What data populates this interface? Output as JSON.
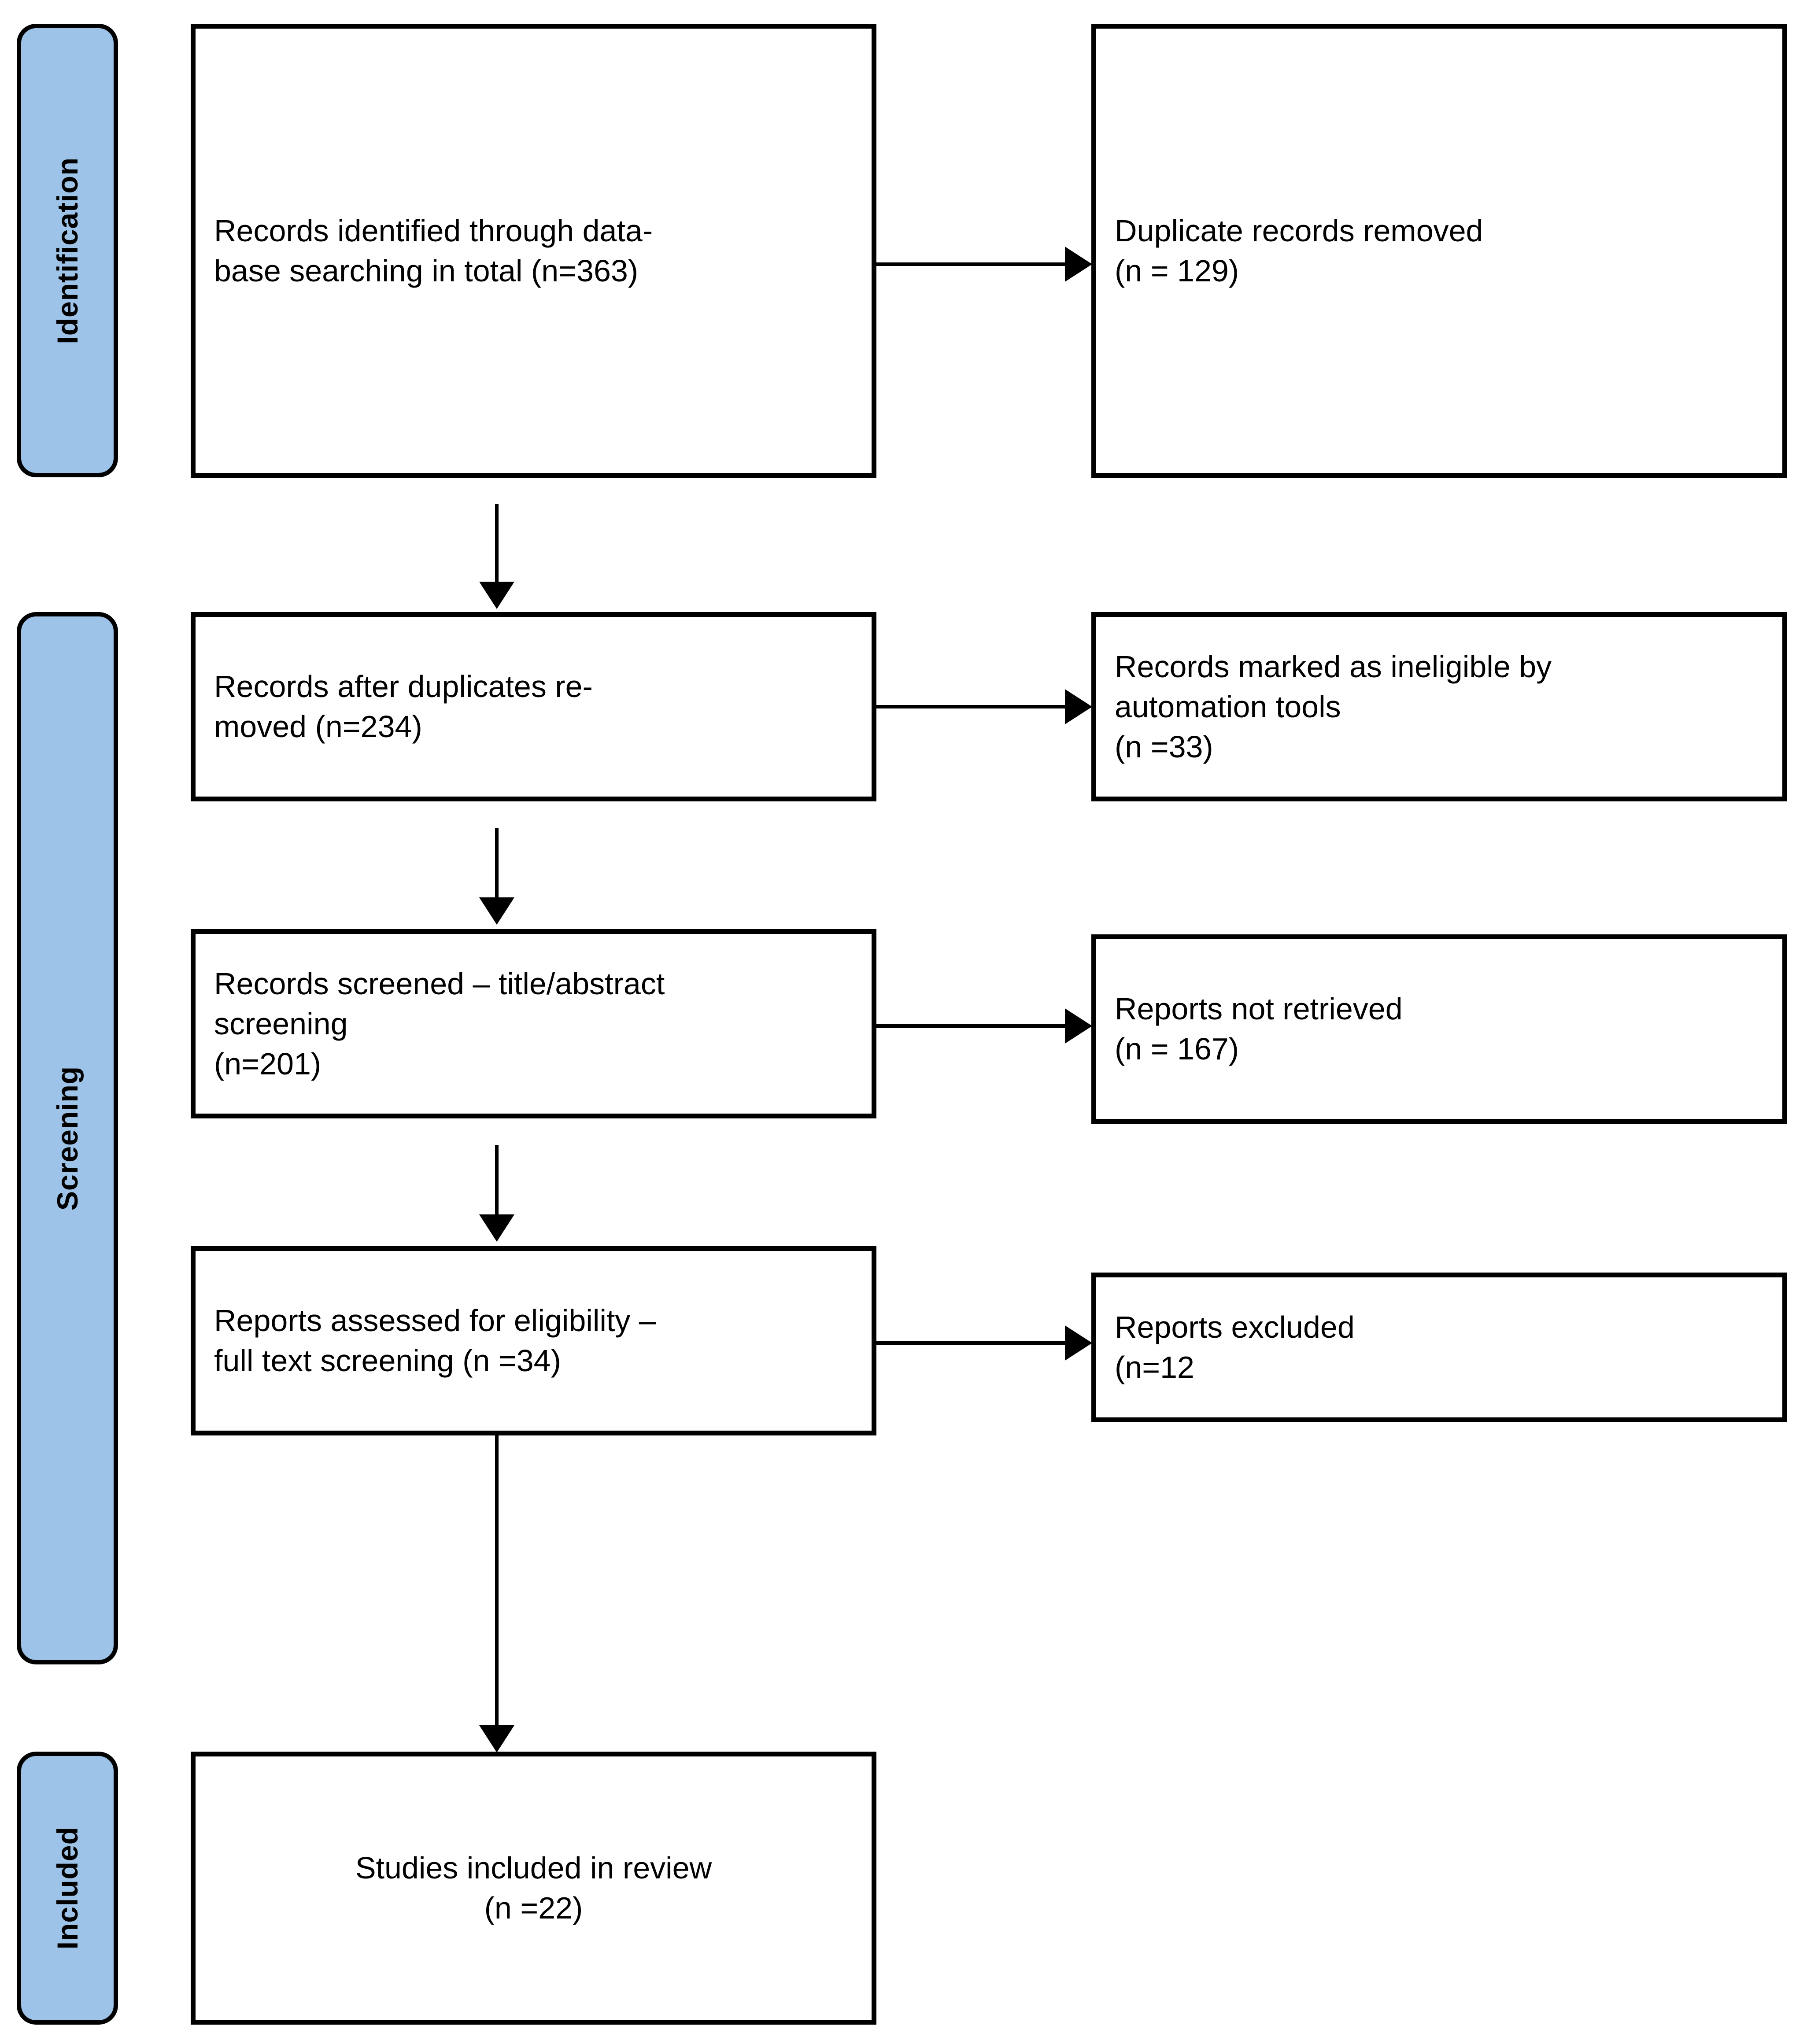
{
  "diagram": {
    "type": "prisma-flow-diagram",
    "accent_color": "#9DC3E8",
    "line_color": "#000000",
    "background_color": "#FFFFFF"
  },
  "phases": [
    {
      "id": "identification",
      "label": "Identification"
    },
    {
      "id": "screening",
      "label": "Screening"
    },
    {
      "id": "included",
      "label": "Included"
    }
  ],
  "boxes": {
    "records_identified": {
      "lines": [
        "Records identified through data-",
        "base searching in total (n=363)"
      ]
    },
    "duplicates_removed": {
      "lines": [
        "Duplicate records removed",
        "(n = 129)"
      ]
    },
    "records_after_duplicates": {
      "lines": [
        "Records after duplicates re-",
        "moved (n=234)"
      ]
    },
    "ineligible_automation": {
      "lines": [
        "Records marked as ineligible by",
        "automation tools",
        "(n =33)"
      ]
    },
    "records_screened": {
      "lines": [
        "Records screened – title/abstract",
        "screening",
        "(n=201)"
      ]
    },
    "reports_not_retrieved": {
      "lines": [
        "Reports not retrieved",
        "(n = 167)"
      ]
    },
    "reports_assessed": {
      "lines": [
        "Reports assessed for eligibility –",
        "full text screening (n =34)"
      ]
    },
    "reports_excluded": {
      "lines": [
        "Reports excluded",
        "(n=12"
      ]
    },
    "studies_included": {
      "lines": [
        "Studies included in review",
        "(n =22)"
      ]
    }
  },
  "chart_data": {
    "type": "diagram",
    "title": "PRISMA flow diagram",
    "nodes": [
      {
        "id": "records_identified",
        "phase": "Identification",
        "label": "Records identified through database searching in total",
        "n": 363
      },
      {
        "id": "duplicates_removed",
        "phase": "Identification",
        "label": "Duplicate records removed",
        "n": 129
      },
      {
        "id": "records_after_duplicates",
        "phase": "Screening",
        "label": "Records after duplicates removed",
        "n": 234
      },
      {
        "id": "ineligible_automation",
        "phase": "Screening",
        "label": "Records marked as ineligible by automation tools",
        "n": 33
      },
      {
        "id": "records_screened",
        "phase": "Screening",
        "label": "Records screened – title/abstract screening",
        "n": 201
      },
      {
        "id": "reports_not_retrieved",
        "phase": "Screening",
        "label": "Reports not retrieved",
        "n": 167
      },
      {
        "id": "reports_assessed",
        "phase": "Screening",
        "label": "Reports assessed for eligibility – full text screening",
        "n": 34
      },
      {
        "id": "reports_excluded",
        "phase": "Screening",
        "label": "Reports excluded",
        "n": 12
      },
      {
        "id": "studies_included",
        "phase": "Included",
        "label": "Studies included in review",
        "n": 22
      }
    ],
    "edges": [
      {
        "from": "records_identified",
        "to": "duplicates_removed",
        "direction": "right"
      },
      {
        "from": "records_identified",
        "to": "records_after_duplicates",
        "direction": "down"
      },
      {
        "from": "records_after_duplicates",
        "to": "ineligible_automation",
        "direction": "right"
      },
      {
        "from": "records_after_duplicates",
        "to": "records_screened",
        "direction": "down"
      },
      {
        "from": "records_screened",
        "to": "reports_not_retrieved",
        "direction": "right"
      },
      {
        "from": "records_screened",
        "to": "reports_assessed",
        "direction": "down"
      },
      {
        "from": "reports_assessed",
        "to": "reports_excluded",
        "direction": "right"
      },
      {
        "from": "reports_assessed",
        "to": "studies_included",
        "direction": "down"
      }
    ]
  }
}
